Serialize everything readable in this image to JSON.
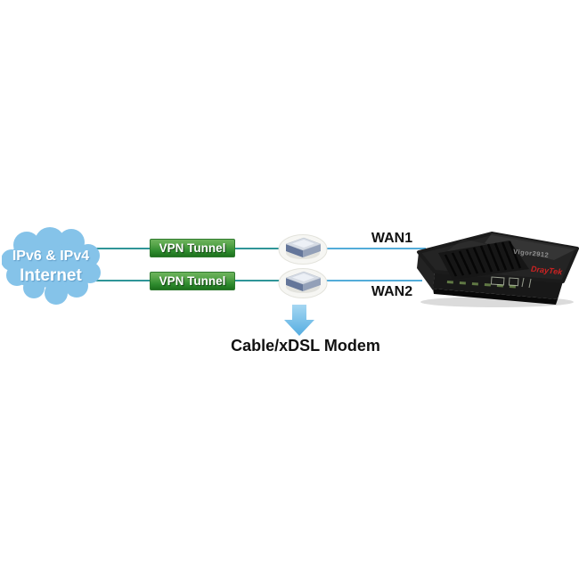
{
  "diagram": {
    "cloud": {
      "line1": "IPv6 & IPv4",
      "line2": "Internet"
    },
    "tunnels": [
      {
        "label": "VPN Tunnel"
      },
      {
        "label": "VPN Tunnel"
      }
    ],
    "wan_labels": [
      {
        "label": "WAN1"
      },
      {
        "label": "WAN2"
      }
    ],
    "router": {
      "model": "Vigor2912",
      "brand": "DrayTek"
    },
    "arrow_caption": "Cable/xDSL Modem",
    "icons": [
      "cloud-icon",
      "modem-icon",
      "modem-icon",
      "down-arrow-icon",
      "router-image"
    ],
    "colors": {
      "cloud_blue": "#85C3E9",
      "line_teal": "#2F9598",
      "line_blue": "#53ACD9",
      "tunnel_green_top": "#6DB35C",
      "tunnel_green_bottom": "#1D701D",
      "arrow_blue": "#57AEE2",
      "router_black": "#141414",
      "brand_red": "#CC2222"
    }
  }
}
